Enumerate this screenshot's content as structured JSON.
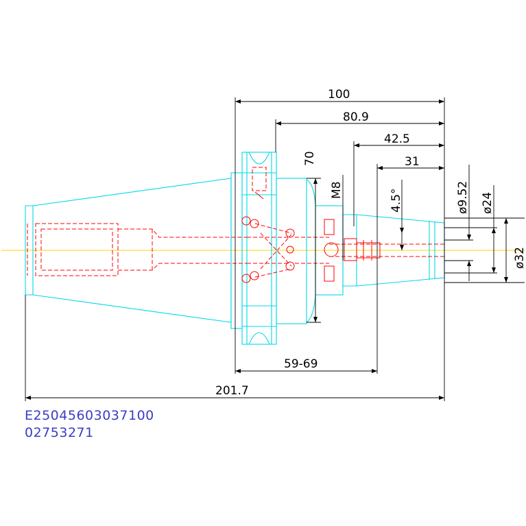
{
  "dimensions": {
    "total_length_top": "100",
    "flange_to_end": "80.9",
    "gauge_length": "42.5",
    "taper_length": "31",
    "flange_dia": "70",
    "thread": "M8",
    "taper_angle": "4.5°",
    "dia_small": "ø9.52",
    "dia_mid": "ø24",
    "dia_large": "ø32",
    "adjust_range": "59-69",
    "overall_length": "201.7"
  },
  "codes": {
    "line1": "E25045603037100",
    "line2": "02753271"
  },
  "colors": {
    "outline": "#00d8e6",
    "hidden": "#ff0000",
    "dimension": "#000000",
    "centerline": "#ffd400",
    "code_text": "#3b3bc4"
  }
}
